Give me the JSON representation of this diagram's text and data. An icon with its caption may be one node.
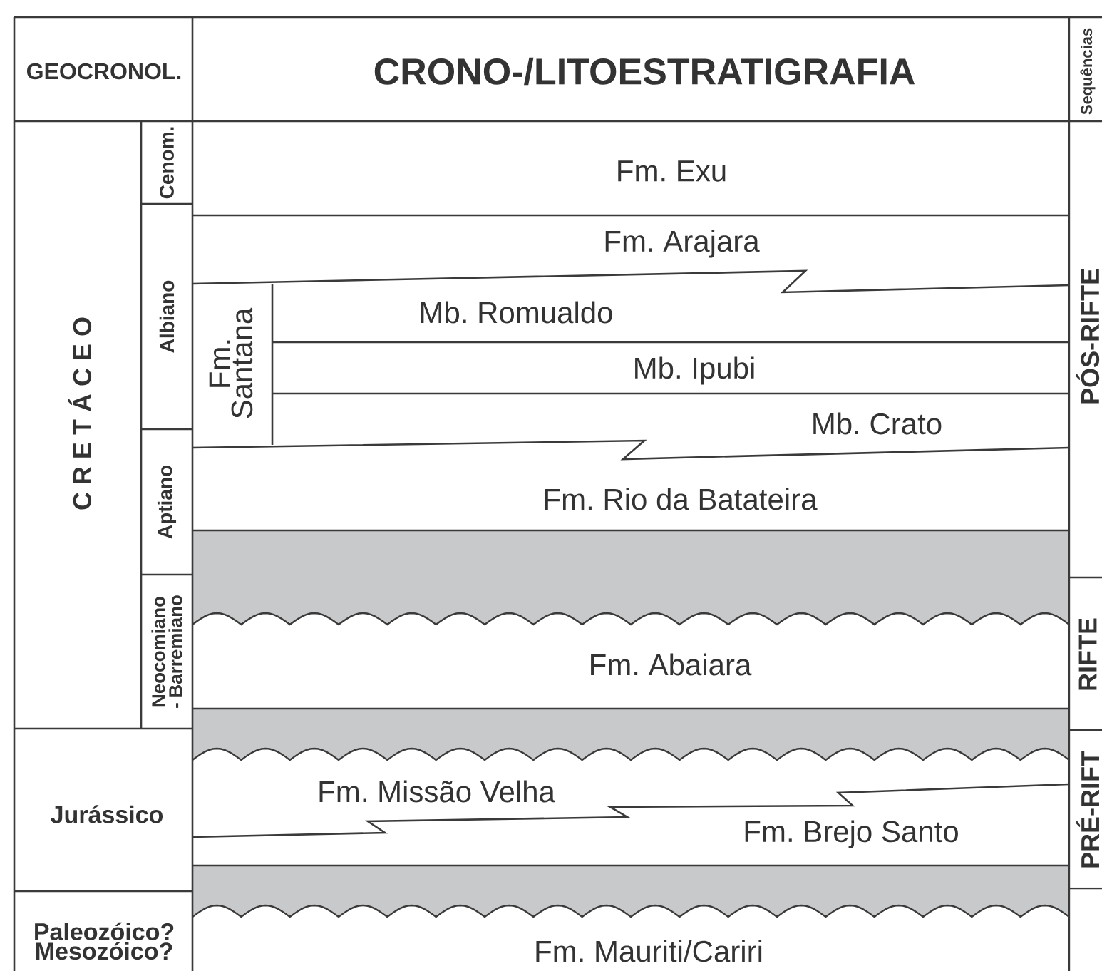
{
  "diagram": {
    "nodes": [
      {
        "text": [
          "GEOCRONOL."
        ]
      },
      {
        "text": [
          "CRONO-/LITOESTRATIGRAFIA"
        ]
      },
      {
        "text": [
          "Sequências"
        ]
      },
      {
        "text": [
          "C R E T Á C E O"
        ]
      },
      {
        "text": [
          "Cenom."
        ]
      },
      {
        "text": [
          "Fm. Exu"
        ]
      },
      {
        "text": [
          "Fm. Arajara"
        ]
      },
      {
        "text": [
          "Albiano"
        ]
      },
      {
        "text": [
          "Fm. Santana"
        ]
      },
      {
        "text": [
          "Mb. Romualdo"
        ]
      },
      {
        "text": [
          "Mb. Ipubi"
        ]
      },
      {
        "text": [
          "Mb. Crato"
        ]
      },
      {
        "text": [
          "PÓS-RIFTE"
        ]
      },
      {
        "text": [
          "Aptiano"
        ]
      },
      {
        "text": [
          "Fm. Rio da Batateira"
        ]
      },
      {
        "text": [
          "Neocomiano - Barremiano"
        ]
      },
      {
        "text": [
          "Fm. Abaiara"
        ]
      },
      {
        "text": [
          "RIFTE"
        ]
      },
      {
        "text": [
          "Jurássico"
        ]
      },
      {
        "text": [
          "Fm. Missão Velha"
        ]
      },
      {
        "text": [
          "Fm. Brejo Santo"
        ]
      },
      {
        "text": [
          "PRÉ-RIFT"
        ]
      },
      {
        "text": [
          "Paleozóico? Mesozóico?"
        ]
      },
      {
        "text": [
          "Fm. Mauriti/Cariri"
        ]
      }
    ]
  }
}
